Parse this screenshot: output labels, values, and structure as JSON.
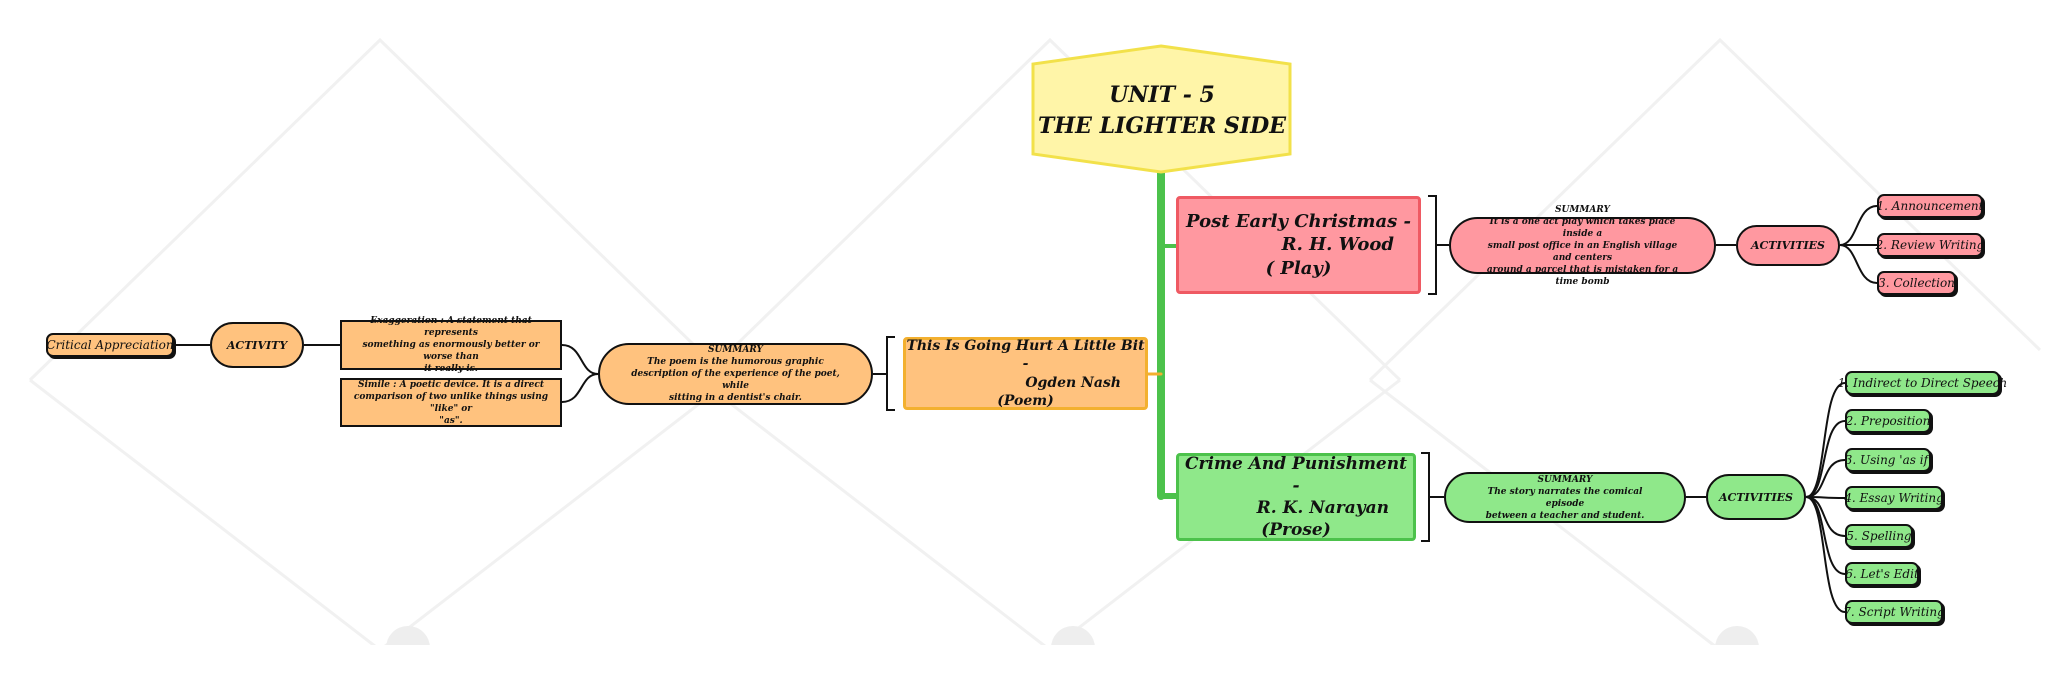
{
  "central": {
    "line1": "UNIT - 5",
    "line2": "THE LIGHTER SIDE"
  },
  "post_early": {
    "title": {
      "line1": "Post Early Christmas -",
      "line2": "R. H. Wood",
      "line3": "( Play)"
    },
    "summary": {
      "label": "SUMMARY",
      "lines": [
        "It is a one act play which takes place inside a",
        "small post office in an English village and centers",
        "around a parcel that is mistaken for a time bomb"
      ]
    },
    "activities_label": "ACTIVITIES",
    "activities": [
      "1. Announcement",
      "2. Review Writing",
      "3. Collection"
    ]
  },
  "crime": {
    "title": {
      "line1": "Crime And Punishment -",
      "line2": "R. K. Narayan",
      "line3": "(Prose)"
    },
    "summary": {
      "label": "SUMMARY",
      "lines": [
        "The story narrates the comical episode",
        "between a teacher and student."
      ]
    },
    "activities_label": "ACTIVITIES",
    "activities": [
      "1. Indirect to Direct Speech",
      "2. Preposition",
      "3. Using 'as if'",
      "4. Essay Writing",
      "5. Spelling",
      "6. Let's Edit",
      "7. Script Writing"
    ]
  },
  "poem": {
    "title": {
      "line1": "This Is Going Hurt A Little Bit -",
      "line2": "Ogden Nash",
      "line3": "(Poem)"
    },
    "summary": {
      "label": "SUMMARY",
      "lines": [
        "The poem is the humorous graphic",
        "description of the experience of the poet, while",
        "sitting in a dentist's chair."
      ]
    },
    "definitions": [
      {
        "lines": [
          "Exaggeration : A statement that represents",
          "something as enormously better or worse than",
          "it really is."
        ]
      },
      {
        "lines": [
          "Simile : A poetic device. It is a direct",
          "comparison of two unlike things using \"like\" or",
          "\"as\"."
        ]
      }
    ],
    "activity_label": "ACTIVITY",
    "activity": "Critical Appreciation"
  },
  "colors": {
    "green": "#8fe88a",
    "pink": "#ff98a0",
    "orange": "#ffc27e",
    "central": "#fff5a8",
    "trunk": "#4cc24b"
  }
}
